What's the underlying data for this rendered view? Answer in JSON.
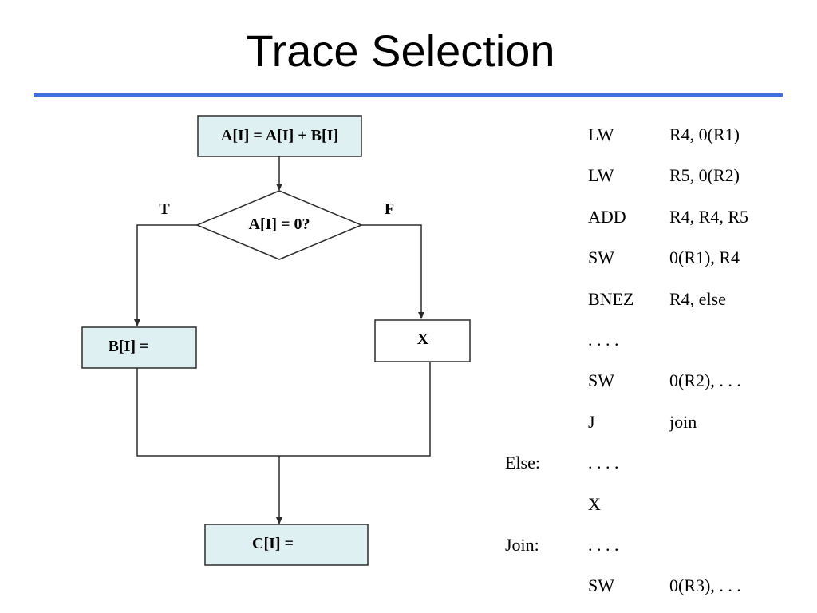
{
  "slide": {
    "title": "Trace Selection",
    "rule_color": "#3f6fe0"
  },
  "flowchart": {
    "box_fill": "#dff0f2",
    "plain_fill": "#ffffff",
    "stroke": "#2b2b2b",
    "nodes": {
      "assign_a": "A[I] = A[I] + B[I]",
      "condition": "A[I] = 0?",
      "true_label": "T",
      "false_label": "F",
      "assign_b": "B[I] =",
      "x_block": "X",
      "assign_c": "C[I] ="
    }
  },
  "code": {
    "rows": [
      {
        "label": "",
        "op": "LW",
        "args": "R4, 0(R1)"
      },
      {
        "label": "",
        "op": "LW",
        "args": "R5, 0(R2)"
      },
      {
        "label": "",
        "op": "ADD",
        "args": "R4, R4, R5"
      },
      {
        "label": "",
        "op": "SW",
        "args": "0(R1), R4"
      },
      {
        "label": "",
        "op": "BNEZ",
        "args": "R4, else"
      },
      {
        "label": "",
        "op": ". . . .",
        "args": ""
      },
      {
        "label": "",
        "op": "SW",
        "args": "0(R2), . . ."
      },
      {
        "label": "",
        "op": "J",
        "args": "join"
      },
      {
        "label": "Else:",
        "op": ". . . .",
        "args": ""
      },
      {
        "label": "",
        "op": "X",
        "args": ""
      },
      {
        "label": "Join:",
        "op": ". . . .",
        "args": ""
      },
      {
        "label": "",
        "op": "SW",
        "args": "0(R3), . . ."
      }
    ]
  }
}
